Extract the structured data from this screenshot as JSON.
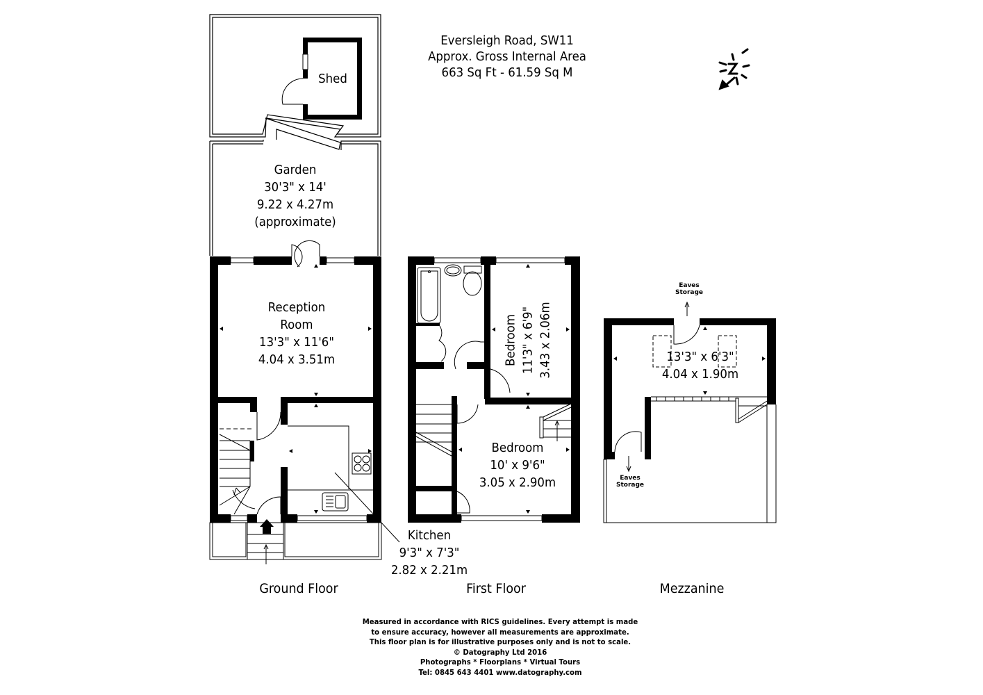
{
  "header": {
    "address": "Eversleigh Road, SW11",
    "area_label": "Approx. Gross Internal Area",
    "area_value": "663 Sq Ft  -  61.59 Sq M"
  },
  "compass": {
    "icon": "north-arrow-icon",
    "letter": "N"
  },
  "floors": {
    "ground": {
      "label": "Ground Floor",
      "rooms": {
        "shed": {
          "name": "Shed"
        },
        "garden": {
          "name": "Garden",
          "imperial": "30'3\" x 14'",
          "metric": "9.22 x 4.27m",
          "note": "(approximate)"
        },
        "reception": {
          "name_line1": "Reception",
          "name_line2": "Room",
          "imperial": "13'3\" x 11'6\"",
          "metric": "4.04 x 3.51m"
        },
        "kitchen": {
          "name": "Kitchen",
          "imperial": "9'3\" x 7'3\"",
          "metric": "2.82 x 2.21m"
        }
      }
    },
    "first": {
      "label": "First Floor",
      "rooms": {
        "bedroom_small": {
          "name": "Bedroom",
          "imperial": "11'3\" x 6'9\"",
          "metric": "3.43 x 2.06m"
        },
        "bedroom_main": {
          "name": "Bedroom",
          "imperial": "10' x 9'6\"",
          "metric": "3.05 x 2.90m"
        }
      }
    },
    "mezzanine": {
      "label": "Mezzanine",
      "rooms": {
        "main": {
          "imperial": "13'3\" x 6'3\"",
          "metric": "4.04 x 1.90m"
        },
        "eaves_top": {
          "line1": "Eaves",
          "line2": "Storage"
        },
        "eaves_bottom": {
          "line1": "Eaves",
          "line2": "Storage"
        }
      }
    }
  },
  "footer": {
    "lines": [
      "Measured in accordance with RICS guidelines. Every attempt is made",
      "to ensure accuracy, however all measurements are approximate.",
      "This floor plan is for illustrative purposes only and is not to scale.",
      "© Datography Ltd 2016",
      "Photographs * Floorplans * Virtual Tours",
      "Tel: 0845 643 4401 www.datography.com"
    ]
  }
}
